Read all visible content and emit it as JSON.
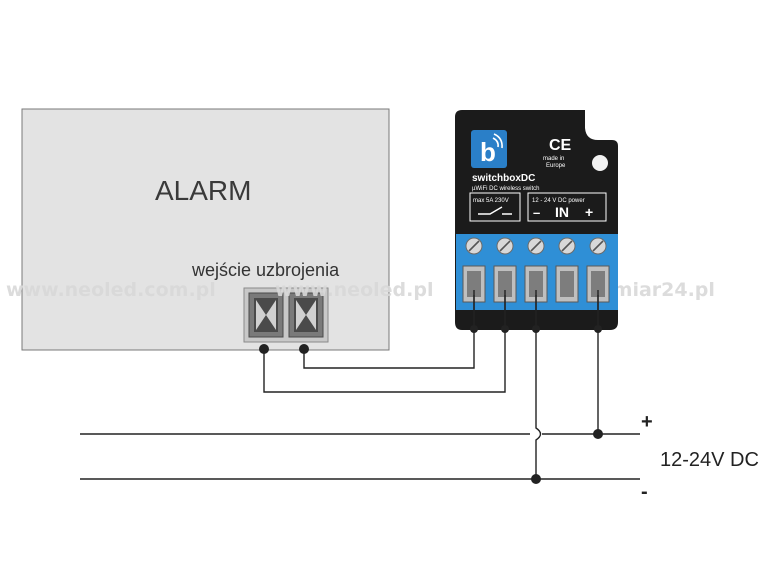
{
  "alarm": {
    "title": "ALARM",
    "input_label": "wejście uzbrojenia"
  },
  "device": {
    "brand": "switchboxDC",
    "subtitle": "µWiFi DC wireless switch",
    "ce_mark": "CE",
    "made_in": [
      "made in",
      "Europe"
    ],
    "relay_label": "max 5A 230V",
    "power_label": "12 - 24 V DC power",
    "in_label": "IN",
    "minus": "–",
    "plus": "+",
    "terminal_count": 5
  },
  "power_supply": {
    "label": "12-24V DC",
    "plus_sign": "+",
    "minus_sign": "-"
  },
  "watermarks": [
    "www.neoled.com.pl",
    "www.neoled.pl",
    "www.ledowymiar24.pl"
  ],
  "colors": {
    "alarm_box": "#e3e3e3",
    "device_body": "#1b1b1b",
    "terminal_block": "#2f8fd6",
    "wire": "#222222"
  }
}
